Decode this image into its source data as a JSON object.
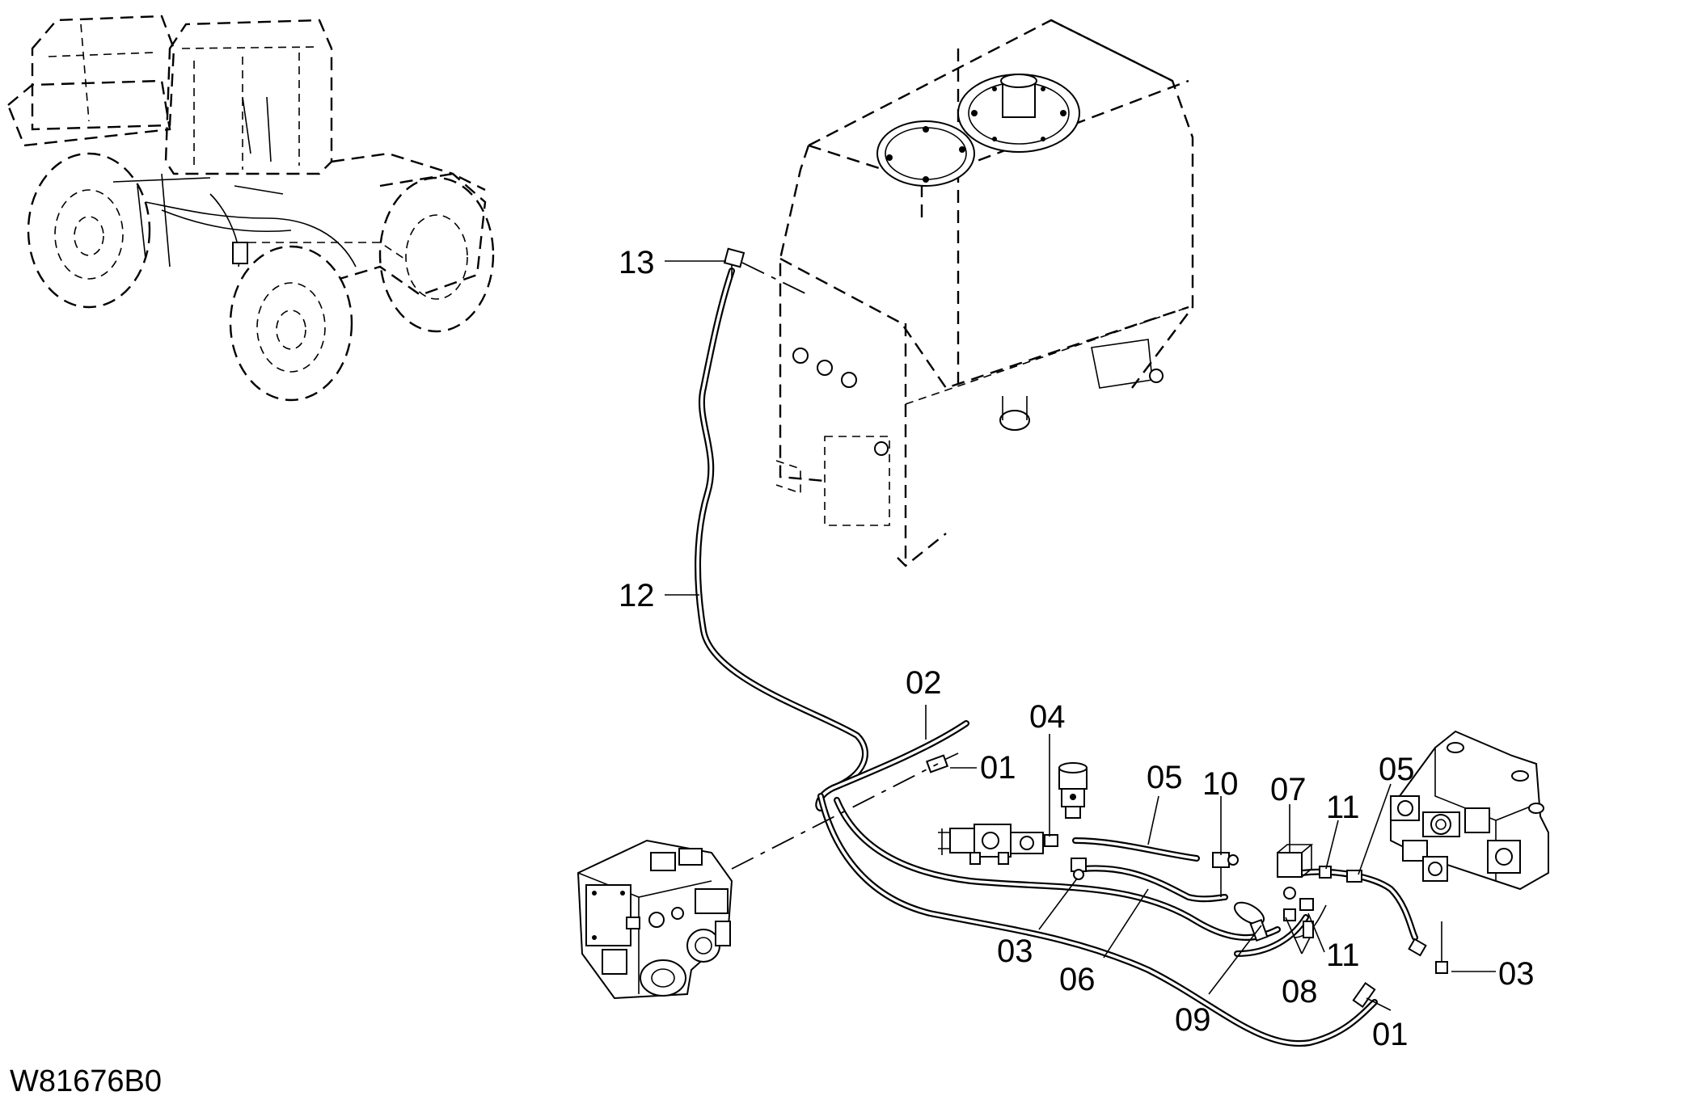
{
  "drawing_code": "W81676B0",
  "callouts": {
    "c13": "13",
    "c12": "12",
    "c02": "02",
    "c01a": "01",
    "c04": "04",
    "c05a": "05",
    "c10": "10",
    "c07": "07",
    "c11a": "11",
    "c05b": "05",
    "c03a": "03",
    "c06": "06",
    "c09": "09",
    "c08": "08",
    "c11b": "11",
    "c01b": "01",
    "c03b": "03"
  }
}
